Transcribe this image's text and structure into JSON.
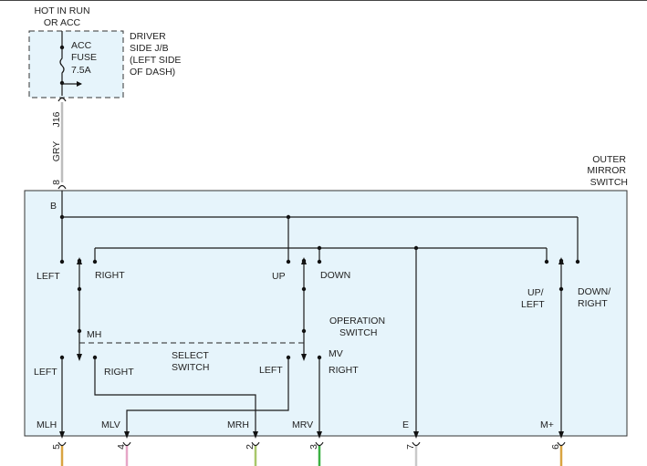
{
  "power": {
    "source_line1": "HOT IN RUN",
    "source_line2": "OR ACC",
    "fuse_line1": "ACC",
    "fuse_line2": "FUSE",
    "fuse_line3": "7.5A",
    "junction_line1": "DRIVER",
    "junction_line2": "SIDE J/B",
    "junction_line3": "(LEFT SIDE",
    "junction_line4": "OF DASH)",
    "connector": "J16",
    "wire_color": "GRY",
    "pin": "8"
  },
  "component": {
    "name_line1": "OUTER",
    "name_line2": "MIRROR",
    "name_line3": "SWITCH",
    "terminal_b": "B",
    "operation_line1": "OPERATION",
    "operation_line2": "SWITCH",
    "select_line1": "SELECT",
    "select_line2": "SWITCH",
    "mh_label": "MH",
    "mv_label": "MV"
  },
  "contacts": {
    "left_top": "LEFT",
    "right_top": "RIGHT",
    "up": "UP",
    "down": "DOWN",
    "up_left_1": "UP/",
    "up_left_2": "LEFT",
    "down_right_1": "DOWN/",
    "down_right_2": "RIGHT",
    "left_mh": "LEFT",
    "right_mh": "RIGHT",
    "left_mv": "LEFT",
    "right_mv": "RIGHT"
  },
  "terminals": [
    {
      "name": "MLH",
      "pin": "5",
      "color": "#d9a441"
    },
    {
      "name": "MLV",
      "pin": "4",
      "color": "#e6a6c7"
    },
    {
      "name": "MRH",
      "pin": "2",
      "color": "#a8c76a"
    },
    {
      "name": "MRV",
      "pin": "3",
      "color": "#3cb043"
    },
    {
      "name": "E",
      "pin": "7",
      "color": "#c9c9c9"
    },
    {
      "name": "M+",
      "pin": "6",
      "color": "#d9a441"
    }
  ],
  "colors": {
    "background": "#e6f4fb",
    "gray_wire": "#bdbdbd"
  }
}
